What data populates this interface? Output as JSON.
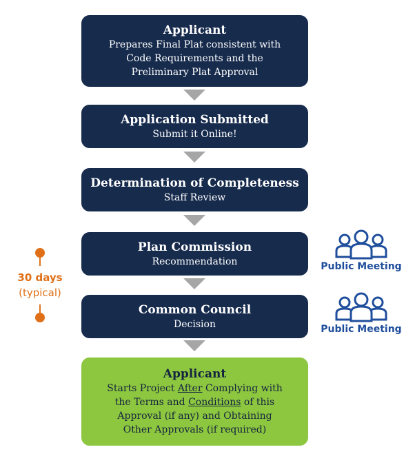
{
  "steps": [
    {
      "title": "Applicant",
      "lines": [
        "Prepares Final Plat consistent with",
        "Code Requirements and the",
        "Preliminary Plat Approval"
      ]
    },
    {
      "title": "Application Submitted",
      "lines": [
        "Submit it Online!"
      ]
    },
    {
      "title": "Determination of Completeness",
      "lines": [
        "Staff Review"
      ]
    },
    {
      "title": "Plan Commission",
      "lines": [
        "Recommendation"
      ]
    },
    {
      "title": "Common Council",
      "lines": [
        "Decision"
      ]
    },
    {
      "title": "Applicant",
      "line1_pre": "Starts Project ",
      "line1_u": "After",
      "line1_post": " Complying with",
      "line2_pre": "the Terms and ",
      "line2_u": "Conditions",
      "line2_post": " of this",
      "line3": "Approval (if any) and Obtaining",
      "line4": "Other Approvals (if required)"
    }
  ],
  "public_meeting_label": "Public Meeting",
  "timeline": {
    "days": "30 days",
    "note": "(typical)"
  },
  "colors": {
    "navy": "#172b4d",
    "green": "#8dc63f",
    "arrow": "#a6a6a6",
    "orange": "#e07018",
    "blue": "#1f4e9c"
  }
}
